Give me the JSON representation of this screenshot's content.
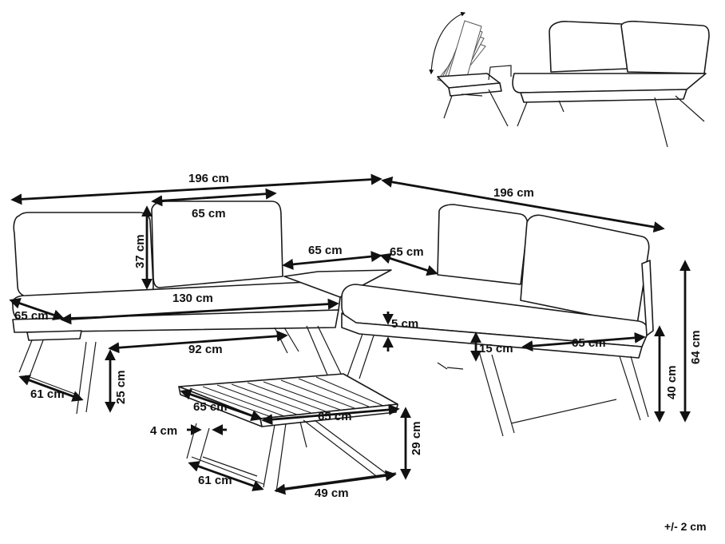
{
  "diagram": {
    "dimensions": {
      "total_width_left": "196 cm",
      "total_width_right": "196 cm",
      "back_cushion_width": "65 cm",
      "back_height": "37 cm",
      "corner_width": "65 cm",
      "corner_depth": "65 cm",
      "seat_depth_left": "65 cm",
      "seat_length": "130 cm",
      "cushion_thickness": "5 cm",
      "frame_thickness": "15 cm",
      "seat_depth_right": "65 cm",
      "total_height": "64 cm",
      "seat_height": "40 cm",
      "leg_span": "92 cm",
      "leg_clearance": "25 cm",
      "leg_depth": "61 cm",
      "table_depth": "65 cm",
      "table_width": "65 cm",
      "table_top_thickness": "4 cm",
      "table_height": "29 cm",
      "table_leg_depth": "61 cm",
      "table_leg_width": "49 cm"
    },
    "tolerance": "+/- 2 cm"
  },
  "colors": {
    "line": "#1a1a1a",
    "arrow": "#111111",
    "background": "#ffffff"
  }
}
